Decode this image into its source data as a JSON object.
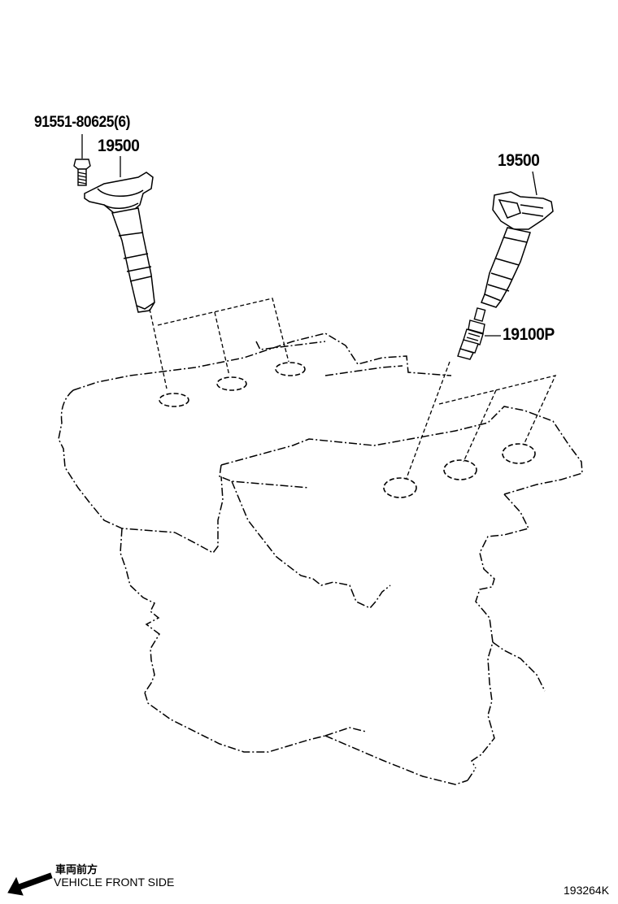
{
  "callouts": {
    "bolt_part": "91551-80625(6)",
    "coil_left": "19500",
    "coil_right": "19500",
    "spark_plug": "19100P"
  },
  "footer": {
    "direction_jp": "車両前方",
    "direction_en": "VEHICLE FRONT SIDE",
    "diagram_code": "193264K"
  },
  "colors": {
    "line": "#000000",
    "background": "#ffffff"
  },
  "icons": {
    "direction_arrow": "arrow-left-down-icon"
  }
}
